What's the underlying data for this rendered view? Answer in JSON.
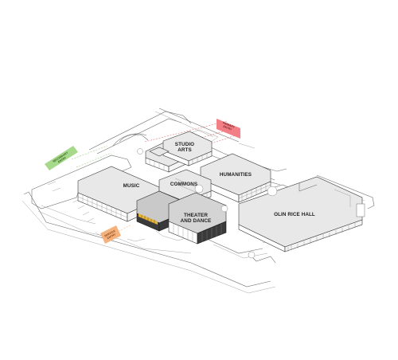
{
  "buildings": {
    "studio_arts_line1": "STUDIO",
    "studio_arts_line2": "ARTS",
    "humanities": "HUMANITIES",
    "music": "MUSIC",
    "commons": "COMMONS",
    "theater_line1": "THEATER",
    "theater_line2": "AND DANCE",
    "olin_rice": "OLIN RICE HALL"
  },
  "tags": {
    "red": {
      "line1": "PRIMARY",
      "line2": "ENTRY",
      "color": "#f27f86"
    },
    "green": {
      "line1": "SECONDARY",
      "line2": "ENTRY",
      "color": "#a6d98a"
    },
    "orange": {
      "line1": "SERVICE",
      "line2": "ENTRY",
      "color": "#f6b27c"
    }
  },
  "colors": {
    "building_outline": "#3a3a3a",
    "theater_dark": "#3a3a3a",
    "accent_yellow": "#e7b53a"
  }
}
